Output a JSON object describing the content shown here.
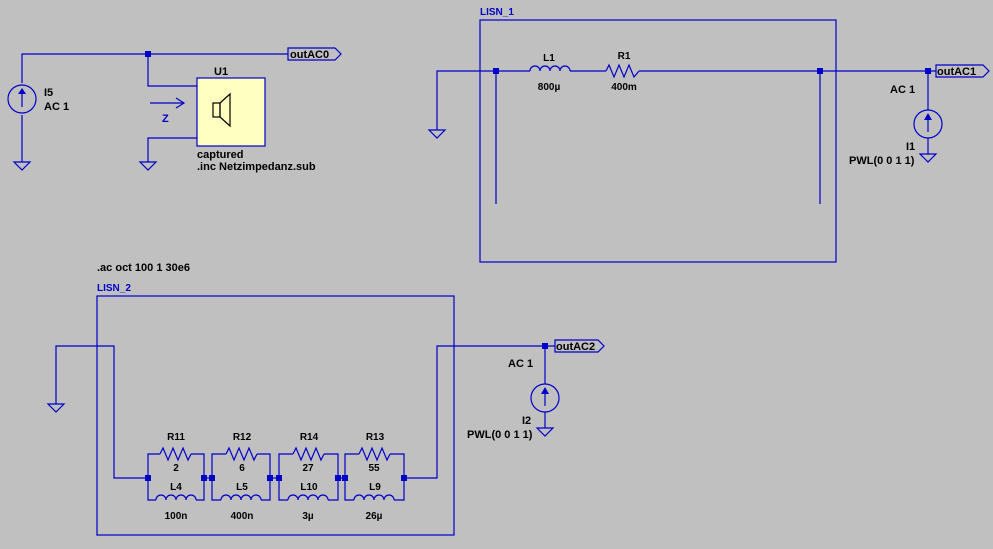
{
  "schematic": {
    "directive": ".ac oct 100 1 30e6",
    "net_labels": {
      "out_ac0": "outAC0",
      "out_ac1": "outAC1",
      "out_ac2": "outAC2"
    },
    "blocks": {
      "lisn1": "LISN_1",
      "lisn2": "LISN_2"
    },
    "sources": {
      "i5": {
        "name": "I5",
        "value": "AC 1"
      },
      "i1": {
        "name": "I1",
        "ac": "AC 1",
        "value": "PWL(0 0 1 1)"
      },
      "i2": {
        "name": "I2",
        "ac": "AC 1",
        "value": "PWL(0 0 1 1)"
      }
    },
    "u1": {
      "name": "U1",
      "line1": "captured",
      "line2": ".inc Netzimpedanz.sub",
      "port_label": "Z"
    },
    "lisn1_parts": {
      "l1": {
        "name": "L1",
        "value": "800µ"
      },
      "r1": {
        "name": "R1",
        "value": "400m"
      }
    },
    "lisn2_parts": {
      "r11": {
        "name": "R11",
        "value": "2"
      },
      "r12": {
        "name": "R12",
        "value": "6"
      },
      "r14": {
        "name": "R14",
        "value": "27"
      },
      "r13": {
        "name": "R13",
        "value": "55"
      },
      "l4": {
        "name": "L4",
        "value": "100n"
      },
      "l5": {
        "name": "L5",
        "value": "400n"
      },
      "l10": {
        "name": "L10",
        "value": "3µ"
      },
      "l9": {
        "name": "L9",
        "value": "26µ"
      }
    },
    "colors": {
      "background": "#C0C0C0",
      "wire": "#0000C8",
      "component_fill": "#FFFFC0",
      "text": "#000000"
    }
  }
}
